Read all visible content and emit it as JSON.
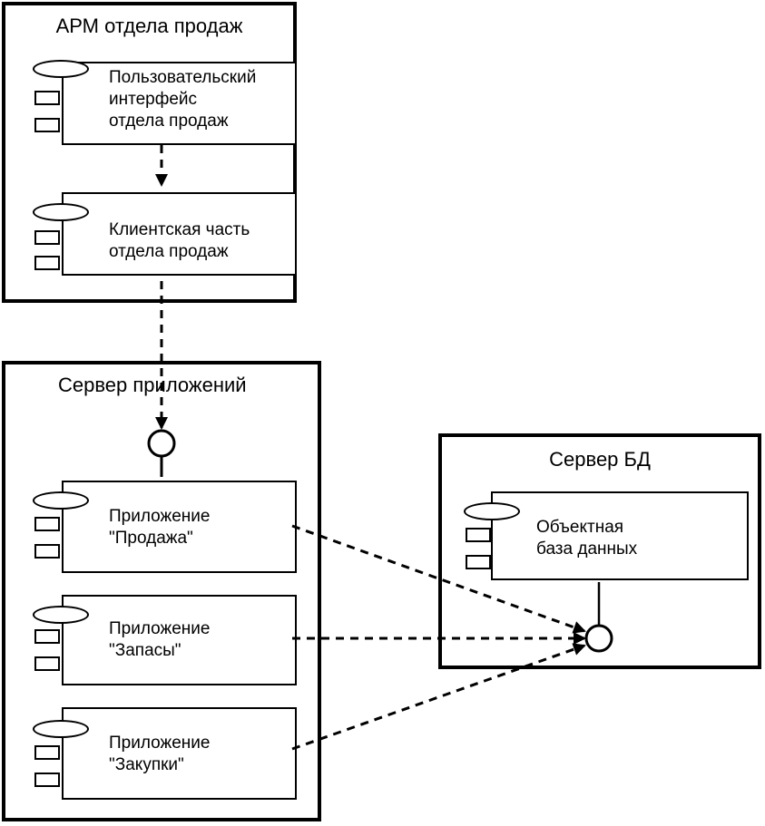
{
  "nodes": {
    "arm": {
      "title": "АРМ отдела продаж",
      "components": {
        "ui": "Пользовательский\nинтерфейс\nотдела продаж",
        "client": "Клиентская часть\nотдела продаж"
      }
    },
    "app_server": {
      "title": "Сервер приложений",
      "components": {
        "sales": "Приложение\n\"Продажа\"",
        "stock": "Приложение\n\"Запасы\"",
        "purchases": "Приложение\n\"Закупки\""
      }
    },
    "db_server": {
      "title": "Сервер БД",
      "components": {
        "db": "Объектная\nбаза данных"
      }
    }
  },
  "colors": {
    "line": "#000000",
    "background": "#ffffff"
  }
}
